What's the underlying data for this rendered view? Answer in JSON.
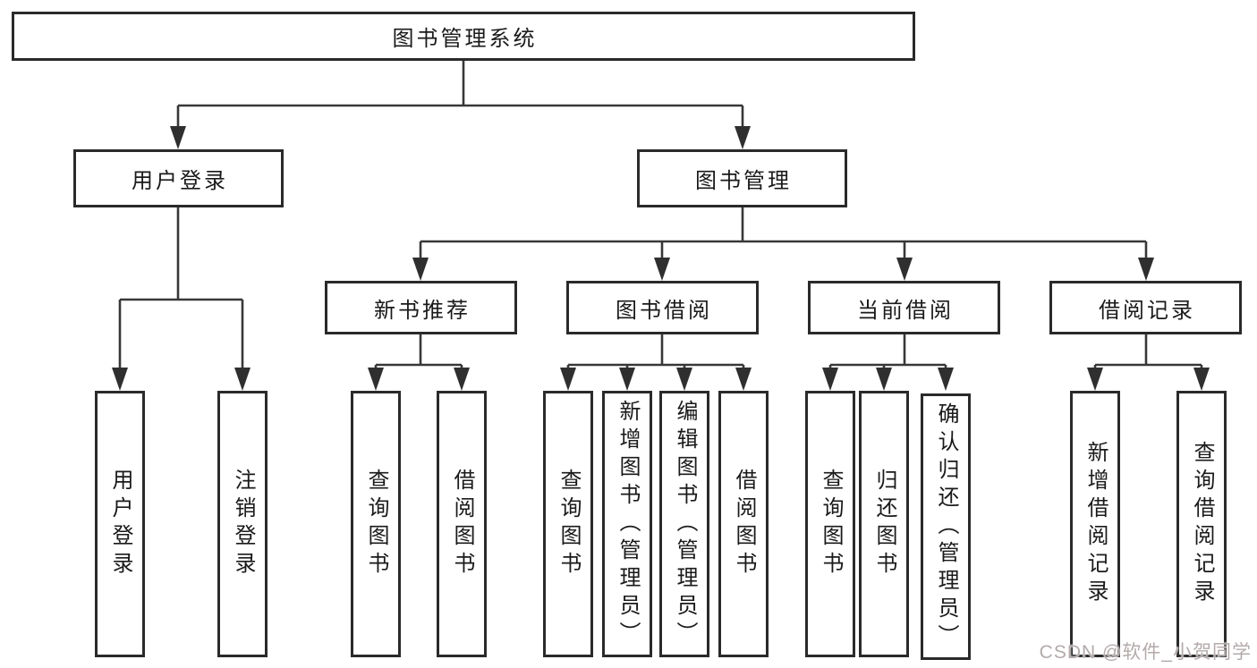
{
  "tree": {
    "root": "图书管理系统",
    "children": [
      {
        "label": "用户登录",
        "children": [
          "用户登录",
          "注销登录"
        ]
      },
      {
        "label": "图书管理",
        "children": [
          {
            "label": "新书推荐",
            "children": [
              "查询图书",
              "借阅图书"
            ]
          },
          {
            "label": "图书借阅",
            "children": [
              "查询图书",
              "新增图书（管理员）",
              "编辑图书（管理员）",
              "借阅图书"
            ]
          },
          {
            "label": "当前借阅",
            "children": [
              "查询图书",
              "归还图书",
              "确认归还（管理员）"
            ]
          },
          {
            "label": "借阅记录",
            "children": [
              "新增借阅记录",
              "查询借阅记录"
            ]
          }
        ]
      }
    ]
  },
  "watermark": "CSDN @软件_小贺同学",
  "colors": {
    "line": "#383838",
    "border": "#2a2a2a",
    "text": "#1a1a1a",
    "watermark": "#b4aaaa"
  }
}
